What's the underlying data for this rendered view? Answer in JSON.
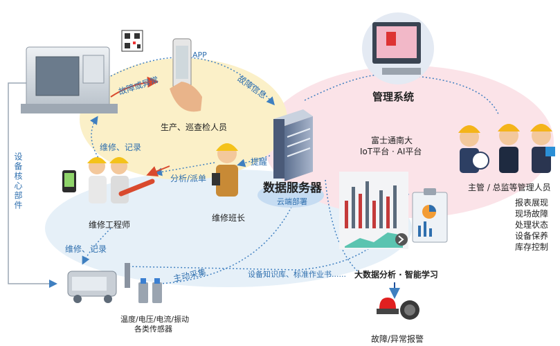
{
  "labels": {
    "app": "APP",
    "fault_or_anomaly": "故障或异常",
    "fault_info": "故障信息",
    "production_inspectors": "生产、巡查检人员",
    "maintenance_record_top": "维修、记录",
    "analysis_dispatch": "分析/派单",
    "remind": "提醒",
    "maintenance_engineer": "维修工程师",
    "maintenance_team_leader": "维修班长",
    "maintenance_record_bottom": "维修、记录",
    "active_collection": "主动采集",
    "equipment_core_parts": "设备核心部件",
    "sensors_line1": "温度/电压/电流/振动",
    "sensors_line2": "各类传感器",
    "knowledge_base": "设备知识库、标准作业书......",
    "big_data": "大数据分析 · 智能学习",
    "fault_alarm": "故障/异常报警",
    "data_server": "数据服务器",
    "cloud_deploy": "云端部署",
    "platform_line1": "富士通南大",
    "platform_line2": "IoT平台 · AI平台",
    "management_system": "管理系统",
    "managers": "主管 / 总监等管理人员",
    "report_items": [
      "报表展现",
      "现场故障",
      "处理状态",
      "设备保养",
      "库存控制"
    ]
  },
  "colors": {
    "yellow_zone": "#fbf0c8",
    "pink_zone": "#fbe3e8",
    "blue_zone": "#e6f0f8",
    "arrow_blue": "#3f7fc0",
    "arrow_red": "#d94a2e",
    "text_blue": "#2f6fae"
  },
  "icons": [
    "cnc-machine-icon",
    "qr-code-icon",
    "phone-hand-icon",
    "server-icon",
    "computer-icon",
    "manager-icon",
    "worker-icon",
    "sensor-icon",
    "chart-icon",
    "clipboard-icon",
    "alarm-light-icon",
    "speaker-icon"
  ]
}
